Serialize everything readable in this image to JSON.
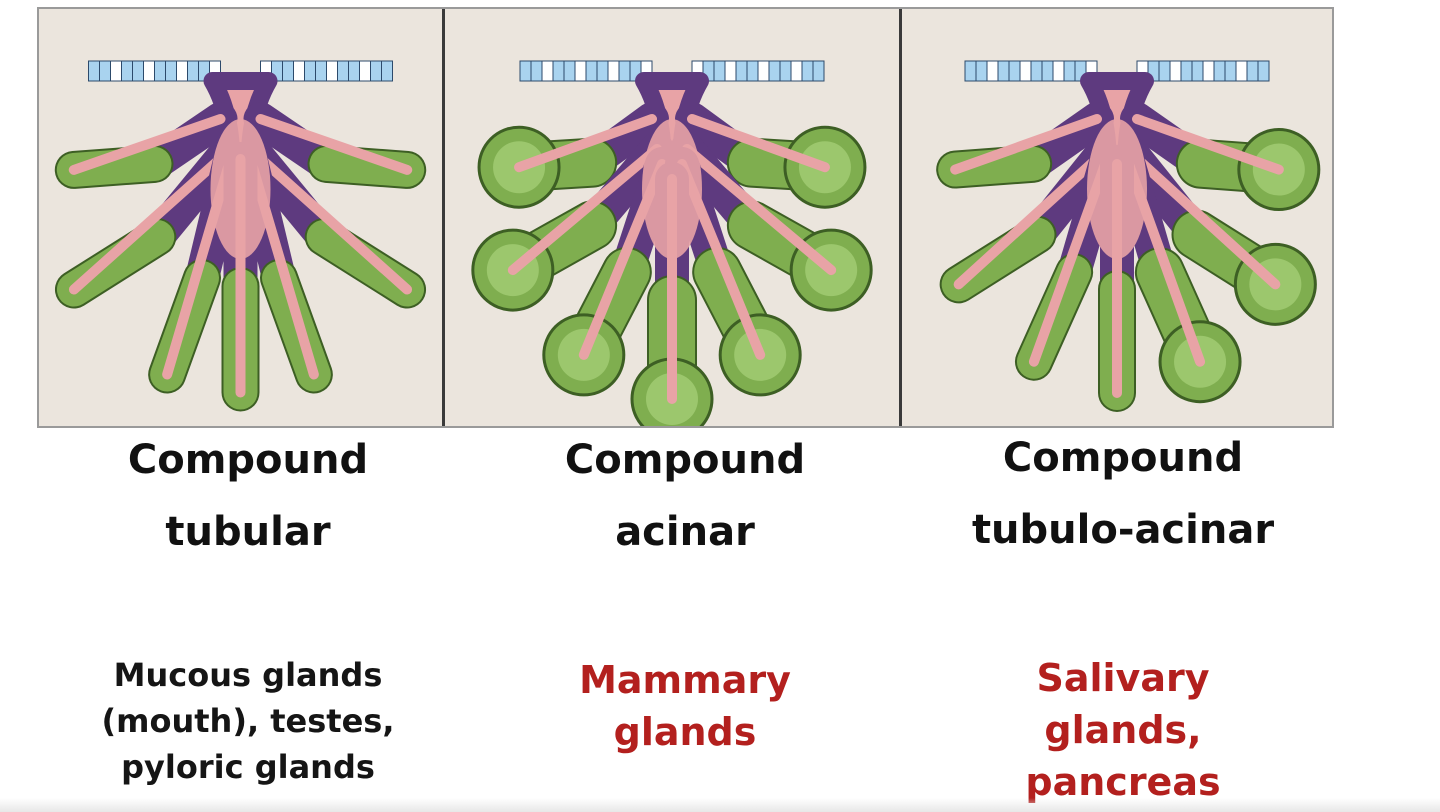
{
  "panels": [
    {
      "id": "compound-tubular",
      "title_line1": "Compound",
      "title_line2": "tubular",
      "example_lines": [
        "Mucous glands",
        "(mouth), testes,",
        "pyloric glands"
      ],
      "example_color": "#151515",
      "ends": "tubular"
    },
    {
      "id": "compound-acinar",
      "title_line1": "Compound",
      "title_line2": "acinar",
      "example_lines": [
        "Mammary",
        "glands"
      ],
      "example_color": "#b3201e",
      "ends": "acinar"
    },
    {
      "id": "compound-tubulo-acinar",
      "title_line1": "Compound",
      "title_line2": "tubulo-acinar",
      "example_lines": [
        "Salivary",
        "glands,",
        "pancreas"
      ],
      "example_color": "#b3201e",
      "ends": "mixed"
    }
  ],
  "colors": {
    "background": "#ebe5dd",
    "lumen": "#e8a3a6",
    "duct_cells": "#5e3a7f",
    "secretory_cells": "#7fae4f",
    "surface_epithelium": "#a9d3ef"
  }
}
